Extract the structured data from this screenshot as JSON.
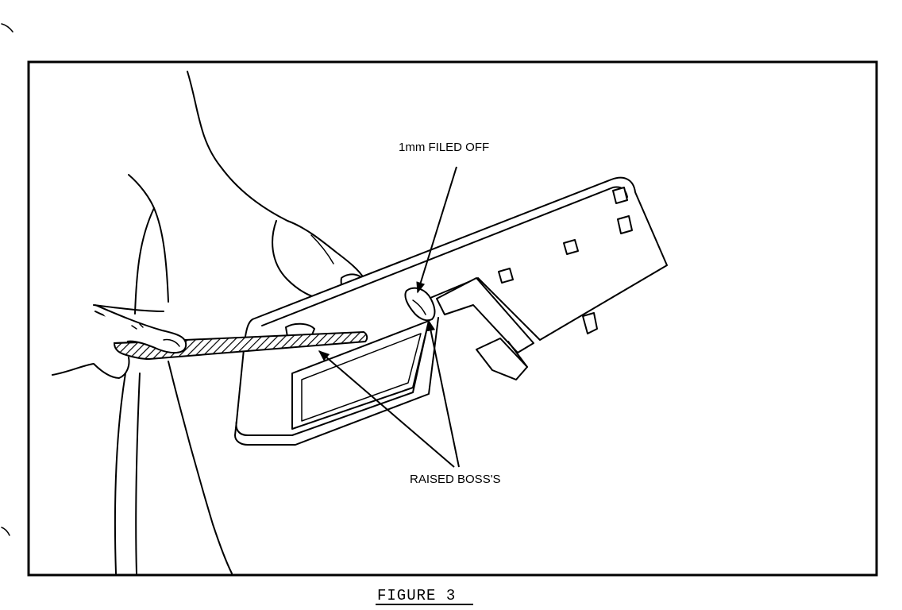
{
  "figure": {
    "caption": "FIGURE 3",
    "labels": {
      "filed_off": "1mm FILED OFF",
      "raised_bosses": "RAISED BOSS'S"
    }
  }
}
